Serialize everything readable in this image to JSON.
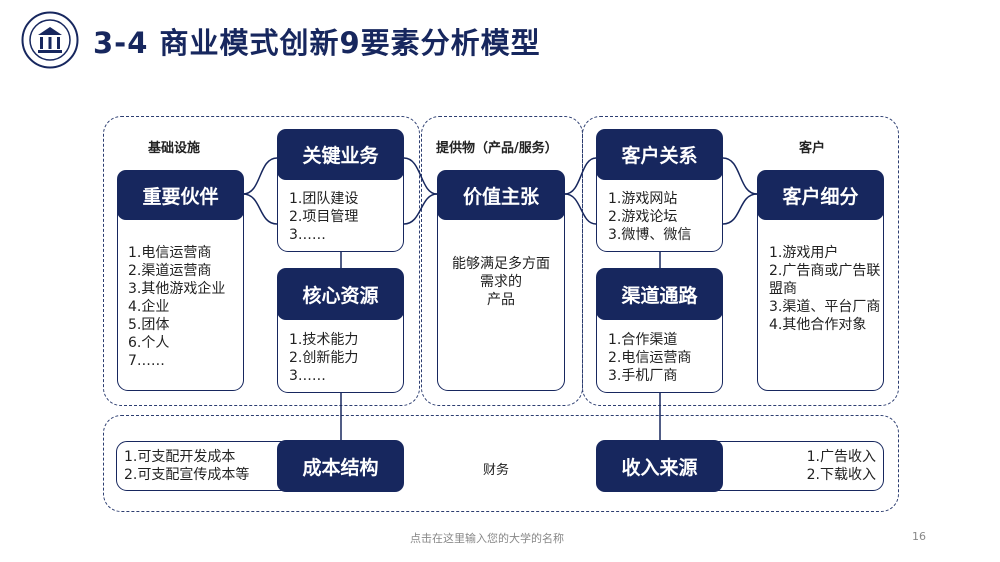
{
  "title": "3-4 商业模式创新9要素分析模型",
  "colors": {
    "primary": "#17275e",
    "dashed": "#2c3d70"
  },
  "sections": {
    "infrastructure": "基础设施",
    "offering": "提供物（产品/服务）",
    "customer": "客户",
    "finance": "财务"
  },
  "blocks": {
    "partners": {
      "title": "重要伙伴",
      "items": [
        "1.电信运营商",
        "2.渠道运营商",
        "3.其他游戏企业",
        "4.企业",
        "5.团体",
        "6.个人",
        "7……"
      ]
    },
    "activities": {
      "title": "关键业务",
      "items": [
        "1.团队建设",
        "2.项目管理",
        "3……"
      ]
    },
    "resources": {
      "title": "核心资源",
      "items": [
        "1.技术能力",
        "2.创新能力",
        "3……"
      ]
    },
    "value": {
      "title": "价值主张",
      "lines": [
        "能够满足多方面",
        "需求的",
        "产品"
      ]
    },
    "relationships": {
      "title": "客户关系",
      "items": [
        "1.游戏网站",
        "2.游戏论坛",
        "3.微博、微信"
      ]
    },
    "channels": {
      "title": "渠道通路",
      "items": [
        "1.合作渠道",
        "2.电信运营商",
        "3.手机厂商"
      ]
    },
    "segments": {
      "title": "客户细分",
      "items": [
        "1.游戏用户",
        "2.广告商或广告联盟商",
        "3.渠道、平台厂商",
        "4.其他合作对象"
      ]
    },
    "costs": {
      "title": "成本结构",
      "items": [
        "1.可支配开发成本",
        "2.可支配宣传成本等"
      ]
    },
    "revenue": {
      "title": "收入来源",
      "items": [
        "1.广告收入",
        "2.下载收入"
      ]
    }
  },
  "footer": {
    "text": "点击在这里输入您的大学的名称",
    "page": "16"
  }
}
